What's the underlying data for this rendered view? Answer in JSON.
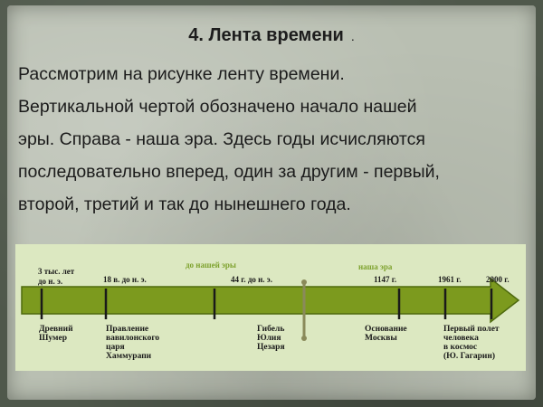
{
  "slide": {
    "title": "4. Лента времени",
    "title_dot": ".",
    "paragraph_lines": [
      "Рассмотрим на рисунке ленту времени.",
      "Вертикальной чертой обозначено начало нашей",
      "эры. Справа - наша эра. Здесь годы исчисляются",
      "последовательно вперед, один за другим - первый,",
      "второй, третий и так до нынешнего года."
    ]
  },
  "timeline": {
    "label_bc": "до нашей эры",
    "label_ad": "наша эра",
    "dates": [
      [
        "3 тыс. лет",
        "до н. э."
      ],
      [
        "18 в. до н. э."
      ],
      [
        "44 г. до н. э."
      ],
      [
        "1147 г."
      ],
      [
        "1961 г."
      ],
      [
        "2000 г."
      ]
    ],
    "events": [
      [
        "Древний",
        "Шумер"
      ],
      [
        "Правление",
        "вавилонского",
        "царя",
        "Хаммурапи"
      ],
      [
        "Гибель",
        "Юлия",
        "Цезаря"
      ],
      [
        "Основание",
        "Москвы"
      ],
      [
        "Первый полет",
        "человека",
        "в космос",
        "(Ю. Гагарин)"
      ]
    ],
    "colors": {
      "bar": "#7c9a1e",
      "bar_outline": "#4e6a0e",
      "tick": "#1a1a1a",
      "era_label": "#7ea22e",
      "era_marker": "#8a8a5a",
      "panel": "#dce8c1"
    }
  }
}
